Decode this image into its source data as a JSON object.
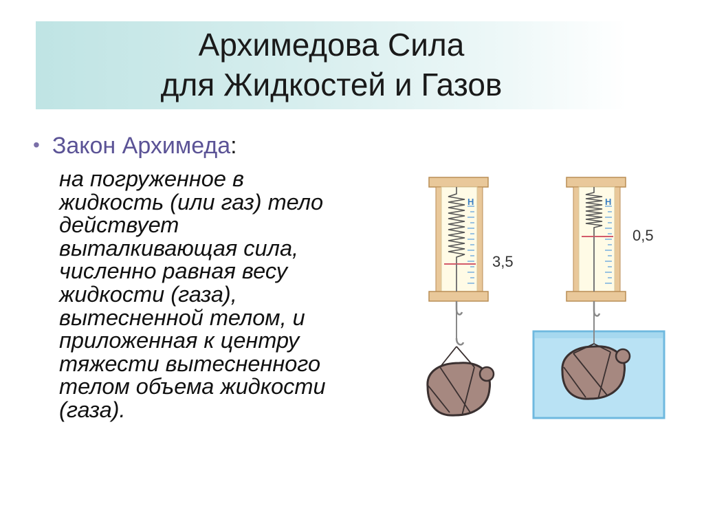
{
  "title": {
    "line1": "Архимедова Сила",
    "line2": "для Жидкостей и Газов"
  },
  "bullet": {
    "title": "Закон Архимеда",
    "colon": ":"
  },
  "body_lines": [
    "на погруженное в",
    "жидкость (или газ) тело",
    "действует",
    "выталкивающая сила,",
    "численно равная весу",
    "жидкости (газа),",
    "вытесненной телом, и",
    "приложенная к центру",
    "тяжести вытесненного",
    "телом объема жидкости",
    "(газа)."
  ],
  "illustration": {
    "left_reading": "3,5",
    "right_reading": "0,5",
    "scale_label": "Н",
    "colors": {
      "frame_wood": "#e9c89a",
      "frame_wood_dark": "#c9a26a",
      "scale_bg": "#fffbe6",
      "tick_blue": "#7fb4e0",
      "pointer_red": "#d35a6a",
      "stone": "#a68880",
      "water": "#b9e2f4",
      "water_edge": "#6fb9df"
    }
  }
}
